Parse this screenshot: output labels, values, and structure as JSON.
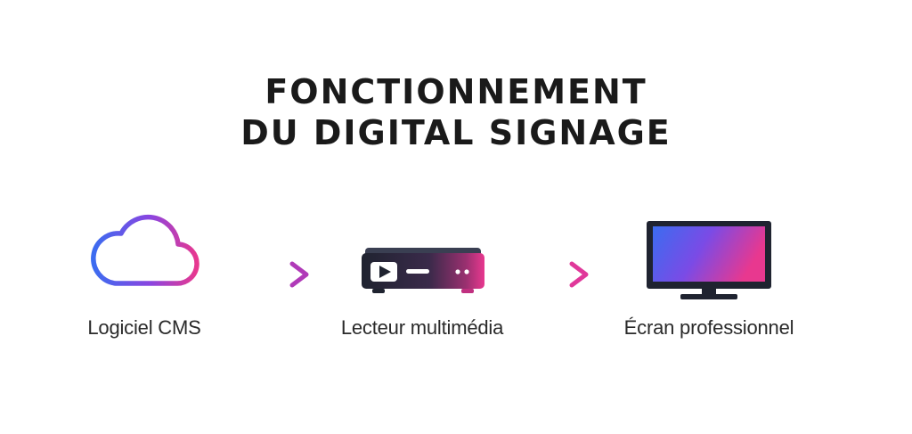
{
  "title": {
    "line1": "FONCTIONNEMENT",
    "line2": "DU DIGITAL SIGNAGE"
  },
  "nodes": [
    {
      "label": "Logiciel CMS",
      "icon": "cloud-icon"
    },
    {
      "label": "Lecteur multimédia",
      "icon": "media-player-icon"
    },
    {
      "label": "Écran professionnel",
      "icon": "monitor-icon"
    }
  ],
  "colors": {
    "gradient_start": "#3b6cf0",
    "gradient_mid": "#7a45e6",
    "gradient_end": "#e8388f",
    "text": "#1a1a1a",
    "device_dark": "#1f2330"
  }
}
